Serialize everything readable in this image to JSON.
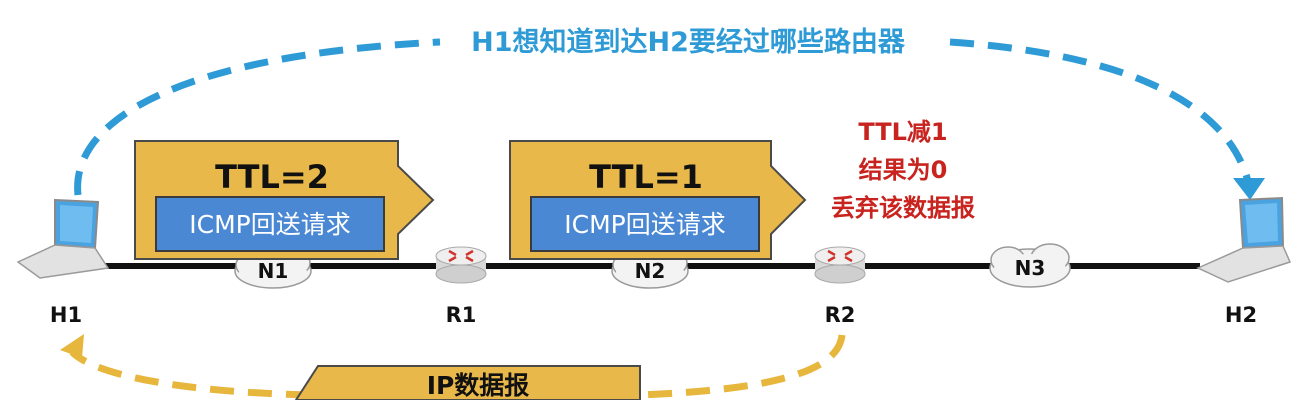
{
  "title": "H1想知道到达H2要经过哪些路由器",
  "hosts": {
    "h1": "H1",
    "h2": "H2"
  },
  "routers": {
    "r1": "R1",
    "r2": "R2"
  },
  "networks": {
    "n1": "N1",
    "n2": "N2",
    "n3": "N3"
  },
  "packets": {
    "p1": {
      "ttl": "TTL=2",
      "payload": "ICMP回送请求"
    },
    "p2": {
      "ttl": "TTL=1",
      "payload": "ICMP回送请求"
    },
    "reply": {
      "label": "IP数据报"
    }
  },
  "note": {
    "line1": "TTL减1",
    "line2": "结果为0",
    "line3": "丢弃该数据报"
  },
  "colors": {
    "dash_blue": "#2e9bd6",
    "dash_yellow": "#e7b63c",
    "title_blue": "#2e9bd6",
    "packet_fill": "#e9b84a",
    "packet_stroke": "#4a4a4a",
    "payload_fill": "#4a88d4",
    "note_red": "#c8231e"
  }
}
